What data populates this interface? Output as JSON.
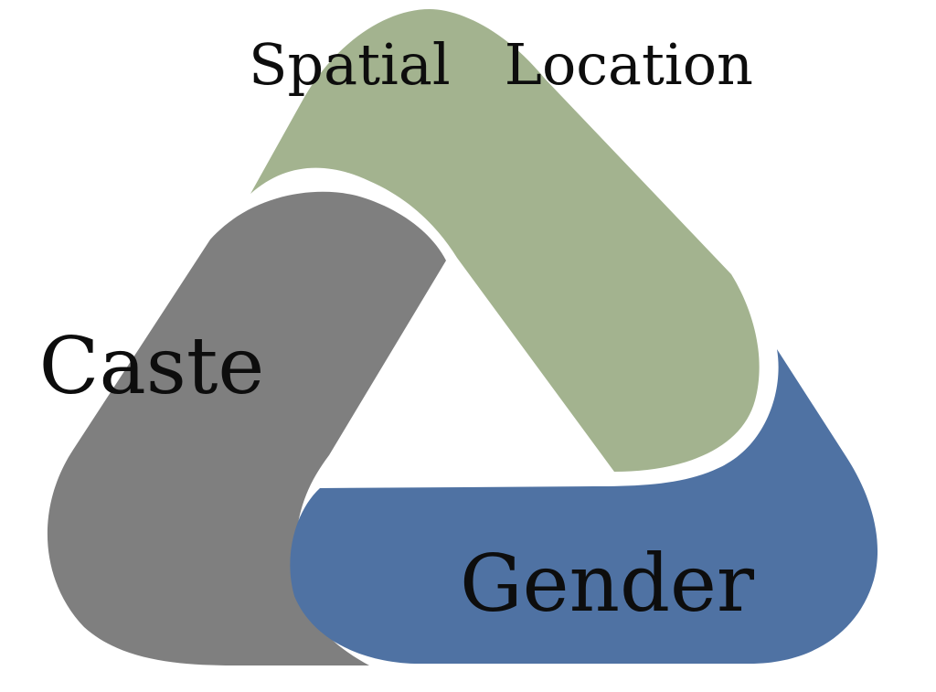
{
  "diagram": {
    "type": "cycle-triangle",
    "segments": [
      {
        "id": "spatial-location",
        "label": "Spatial   Location",
        "color": "#a3b38f"
      },
      {
        "id": "caste",
        "label": "Caste",
        "color": "#7f7f7f"
      },
      {
        "id": "gender",
        "label": "Gender",
        "color": "#4f72a3"
      }
    ]
  }
}
